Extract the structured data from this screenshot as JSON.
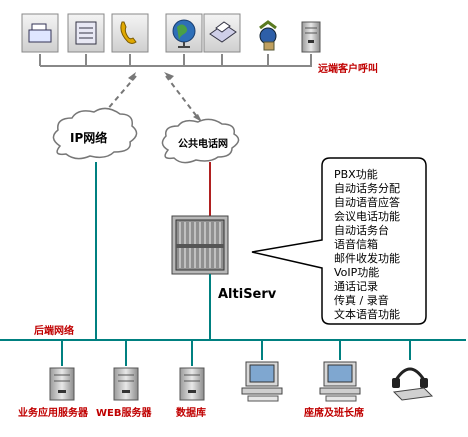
{
  "remote_client_label": "远端客户呼叫",
  "ip_network_label": "IP网络",
  "pstn_label": "公共电话网",
  "server_label": "AltiServ",
  "features": [
    "PBX功能",
    "自动话务分配",
    "自动语音应答",
    "会议电话功能",
    "自动话务台",
    "语音信箱",
    "邮件收发功能",
    "VoIP功能",
    "通话记录",
    "传真 / 录音",
    "文本语音功能"
  ],
  "backend_network_label": "后端网络",
  "backend_labels": {
    "app_server": "业务应用服务器",
    "web_server": "WEB服务器",
    "database": "数据库",
    "agent": "座席及班长席"
  },
  "icons": {
    "top": [
      "fax-icon",
      "phone-desk-icon",
      "handset-icon",
      "globe-icon",
      "printer-icon",
      "satellite-phone-icon",
      "server-tower-icon"
    ],
    "bottom": [
      "server-tower-icon",
      "server-tower-icon",
      "server-tower-icon",
      "computer-icon",
      "computer-icon",
      "headset-icon"
    ]
  },
  "colors": {
    "network_line": "#008080",
    "pstn_line": "#b02020",
    "label_red": "#c00000",
    "icon_box_border": "#888888"
  }
}
